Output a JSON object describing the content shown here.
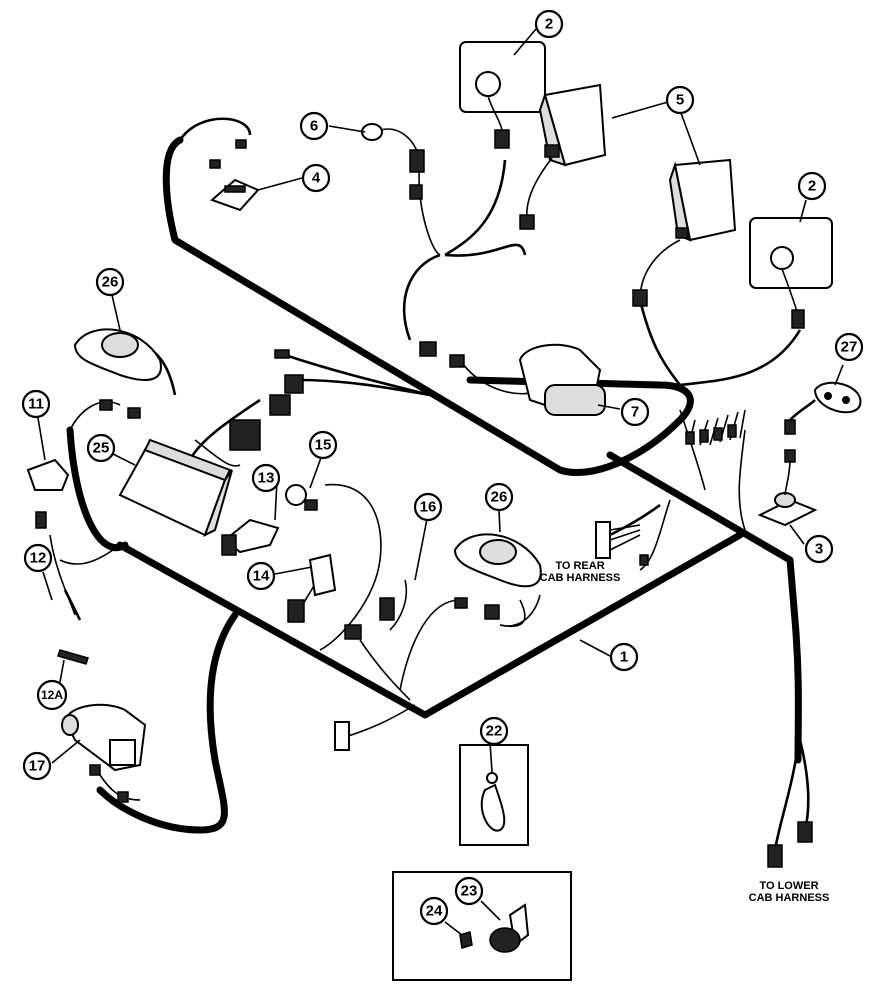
{
  "callouts": {
    "c1": "1",
    "c2a": "2",
    "c2b": "2",
    "c3": "3",
    "c4": "4",
    "c5": "5",
    "c6": "6",
    "c7": "7",
    "c11": "11",
    "c12": "12",
    "c12a": "12A",
    "c13": "13",
    "c14": "14",
    "c15": "15",
    "c16": "16",
    "c17": "17",
    "c22": "22",
    "c23": "23",
    "c24": "24",
    "c25": "25",
    "c26a": "26",
    "c26b": "26",
    "c27": "27"
  },
  "notes": {
    "rear_line1": "TO REAR",
    "rear_line2": "CAB HARNESS",
    "lower_line1": "TO LOWER",
    "lower_line2": "CAB HARNESS"
  }
}
